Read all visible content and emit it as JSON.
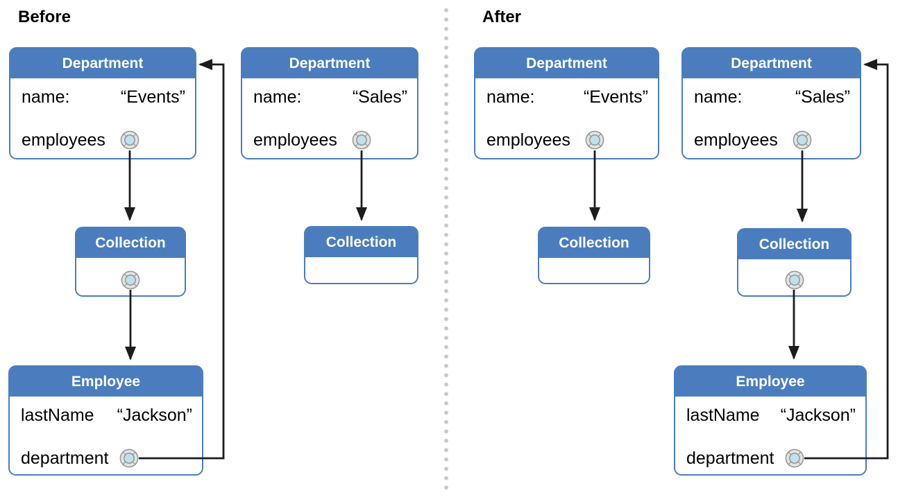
{
  "colors": {
    "header_blue": "#4b7dbe",
    "box_border": "#4b7dbe",
    "header_text": "#ffffff",
    "body_text": "#000000",
    "arrow": "#1c1c1c",
    "dot_outer": "#e3e3e3",
    "dot_inner": "#bfe1ed",
    "dot_stroke": "#949494",
    "divider_dot": "#c9c9c9"
  },
  "before": {
    "label": "Before",
    "dept_events": {
      "title": "Department",
      "row1_label": "name:",
      "row1_value": "“Events”",
      "row2_label": "employees"
    },
    "dept_sales": {
      "title": "Department",
      "row1_label": "name:",
      "row1_value": "“Sales”",
      "row2_label": "employees"
    },
    "collection_events": {
      "title": "Collection"
    },
    "collection_sales": {
      "title": "Collection"
    },
    "employee": {
      "title": "Employee",
      "row1_label": "lastName",
      "row1_value": "“Jackson”",
      "row2_label": "department"
    }
  },
  "after": {
    "label": "After",
    "dept_events": {
      "title": "Department",
      "row1_label": "name:",
      "row1_value": "“Events”",
      "row2_label": "employees"
    },
    "dept_sales": {
      "title": "Department",
      "row1_label": "name:",
      "row1_value": "“Sales”",
      "row2_label": "employees"
    },
    "collection_events": {
      "title": "Collection"
    },
    "collection_sales": {
      "title": "Collection"
    },
    "employee": {
      "title": "Employee",
      "row1_label": "lastName",
      "row1_value": "“Jackson”",
      "row2_label": "department"
    }
  }
}
